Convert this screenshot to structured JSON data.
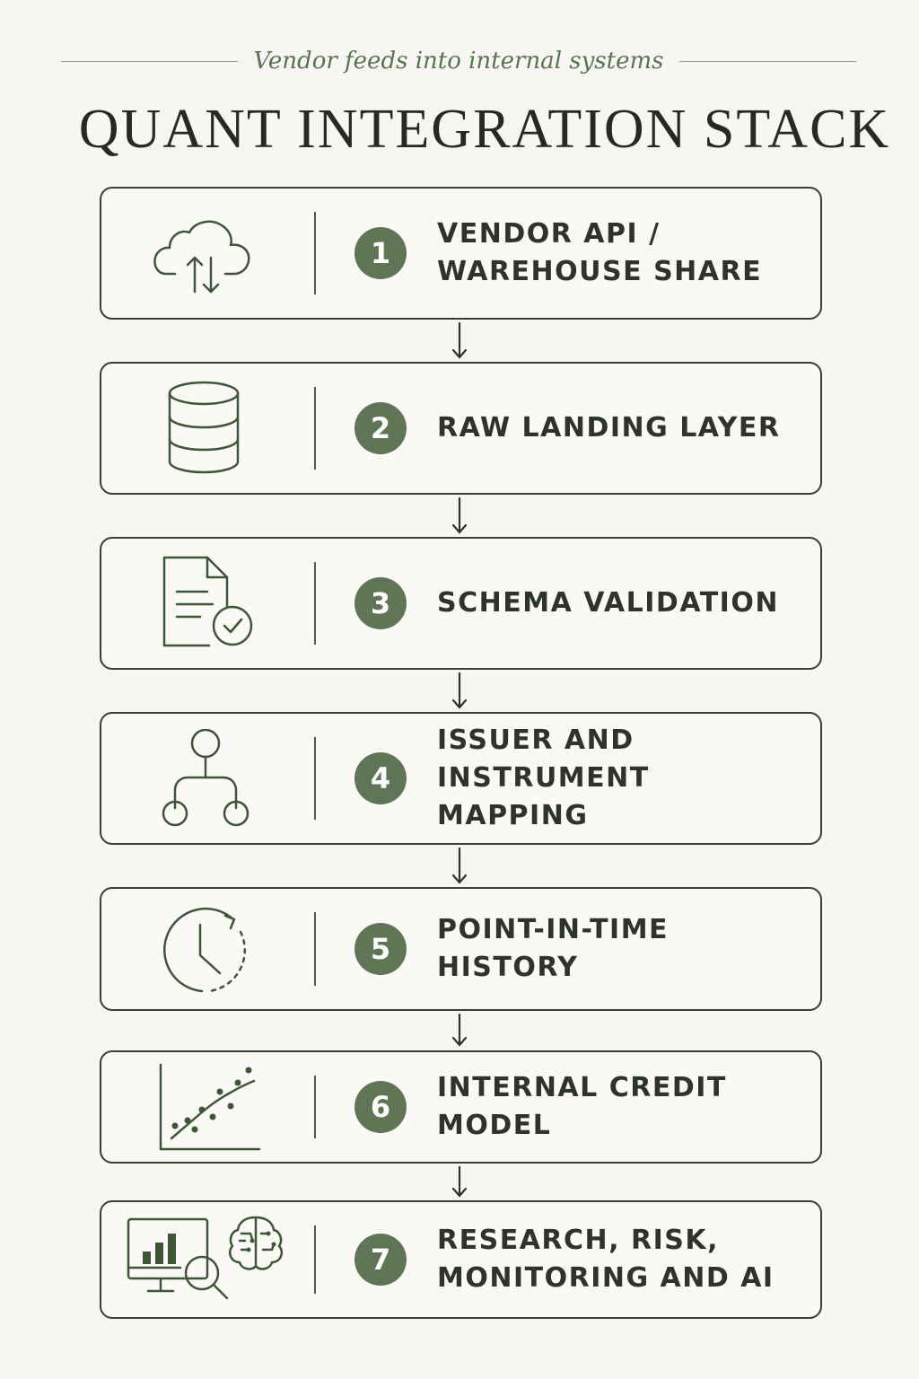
{
  "header": {
    "subtitle": "Vendor feeds into internal systems",
    "title": "QUANT INTEGRATION STACK"
  },
  "colors": {
    "accent": "#5f7556",
    "background": "#f7f6f2",
    "text": "#2f332d",
    "border": "#3a3d38"
  },
  "steps": [
    {
      "number": "1",
      "lines": [
        "VENDOR API /",
        "WAREHOUSE SHARE"
      ],
      "icon": "cloud-upload-download-icon"
    },
    {
      "number": "2",
      "lines": [
        "RAW LANDING LAYER"
      ],
      "icon": "database-icon"
    },
    {
      "number": "3",
      "lines": [
        "SCHEMA VALIDATION"
      ],
      "icon": "document-check-icon"
    },
    {
      "number": "4",
      "lines": [
        "ISSUER AND",
        "INSTRUMENT MAPPING"
      ],
      "icon": "hierarchy-icon"
    },
    {
      "number": "5",
      "lines": [
        "POINT-IN-TIME HISTORY"
      ],
      "icon": "clock-history-icon"
    },
    {
      "number": "6",
      "lines": [
        "INTERNAL CREDIT MODEL"
      ],
      "icon": "scatter-trend-icon"
    },
    {
      "number": "7",
      "lines": [
        "RESEARCH, RISK,",
        "MONITORING AND AI"
      ],
      "icon": "monitor-search-brain-icon"
    }
  ]
}
